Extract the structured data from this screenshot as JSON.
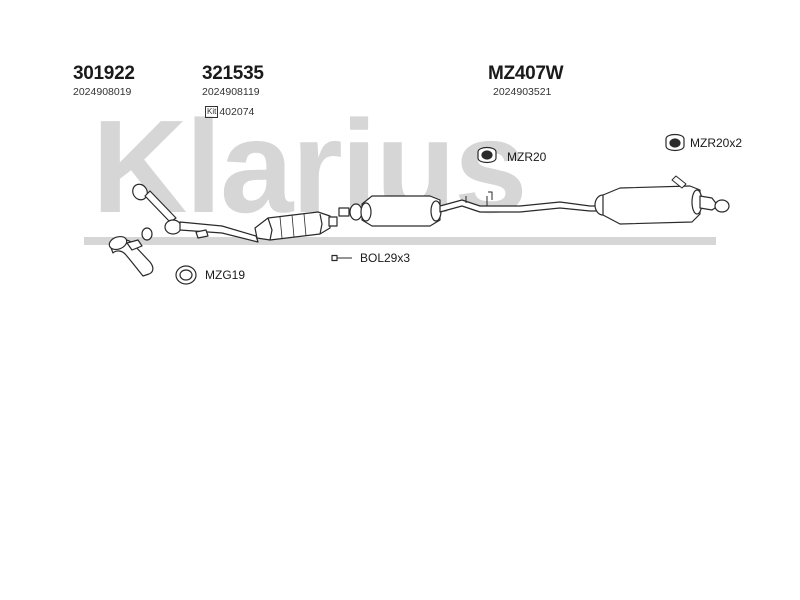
{
  "watermark": "Klarius",
  "parts": [
    {
      "number": "301922",
      "code": "2024908019"
    },
    {
      "number": "321535",
      "code": "2024908119",
      "kit_tag": "Kit",
      "kit_number": "402074"
    },
    {
      "number": "MZ407W",
      "code": "2024903521"
    }
  ],
  "fittings": {
    "mzr20": "MZR20",
    "mzr20x2": "MZR20x2",
    "mzg19": "MZG19",
    "bol29x3": "BOL29x3"
  },
  "colors": {
    "watermark": "#d6d6d6",
    "outline": "#2a2a2a",
    "part_fill": "#ffffff"
  }
}
